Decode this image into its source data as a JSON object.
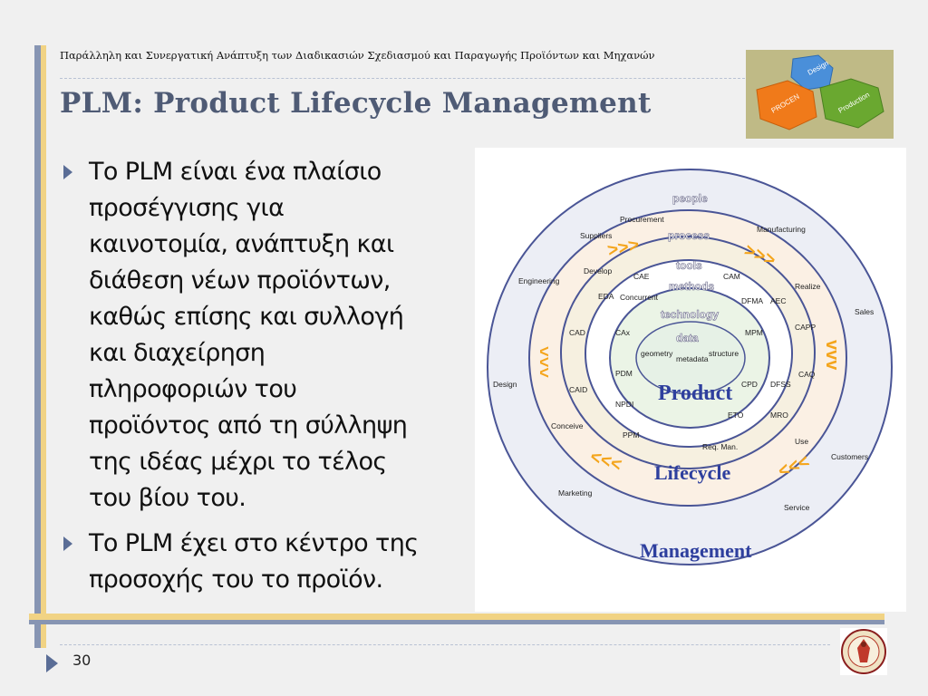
{
  "header": {
    "subtitle": "Παράλληλη και Συνεργατική Ανάπτυξη των Διαδικασιών Σχεδιασμού και Παραγωγής Προϊόντων και  Μηχανών",
    "title": "PLM: Product Lifecycle Management"
  },
  "logo": {
    "gears": [
      {
        "label": "Design",
        "color": "#4a8fd9"
      },
      {
        "label": "PROCEN",
        "color": "#f07a1a"
      },
      {
        "label": "Production",
        "color": "#6aa830"
      }
    ]
  },
  "bullets": [
    {
      "text": "Το PLM είναι ένα πλαίσιο\nπροσέγγισης για\nκαινοτομία, ανάπτυξη και\nδιάθεση νέων προϊόντων,\nκαθώς επίσης και συλλογή\nκαι διαχείρηση\nπληροφοριών του\nπροϊόντος από τη σύλληψη\nτης ιδέας μέχρι το τέλος\nτου βίου του."
    },
    {
      "text": "Το PLM έχει στο κέντρο της\nπροσοχής του το προϊόν."
    }
  ],
  "diagram": {
    "ring_words": {
      "people": "people",
      "process": "process",
      "tools": "tools",
      "methods": "methods",
      "technology": "technology",
      "data": "data"
    },
    "big_words": {
      "product": "Product",
      "lifecycle": "Lifecycle",
      "management": "Management"
    },
    "outer_labels": {
      "procurement": "Procurement",
      "suppliers": "Suppliers",
      "manufacturing": "Manufacturing",
      "engineering": "Engineering",
      "realize": "Realize",
      "sales": "Sales",
      "design": "Design",
      "customers": "Customers",
      "marketing": "Marketing",
      "service": "Service",
      "use": "Use",
      "conceive": "Conceive",
      "develop": "Develop"
    },
    "middle_labels": {
      "cae": "CAE",
      "cam": "CAM",
      "eda": "EDA",
      "concurrent": "Concurrent",
      "dfma": "DFMA",
      "aec": "AEC",
      "capp": "CAPP",
      "cad": "CAD",
      "caq": "CAQ",
      "caid": "CAID",
      "ppm": "PPM",
      "req_man": "Req. Man."
    },
    "inner_labels": {
      "cax": "CAx",
      "mpm": "MPM",
      "pdm": "PDM",
      "cpd": "CPD",
      "dfss": "DFSS",
      "npdi": "NPDI",
      "eto": "ETO",
      "mro": "MRO"
    },
    "core_labels": {
      "geometry": "geometry",
      "metadata": "metadata",
      "structure": "structure"
    },
    "arrows": {
      "right": ">>>",
      "down": "vvv",
      "left": "<<<",
      "up": "^^^"
    }
  },
  "footer": {
    "page_number": "30"
  },
  "colors": {
    "accent_blue": "#8795b3",
    "accent_gold": "#f1d384",
    "title": "#4f5b75",
    "arrow_orange": "#f4a51c",
    "word_blue": "#2e3f9e"
  }
}
